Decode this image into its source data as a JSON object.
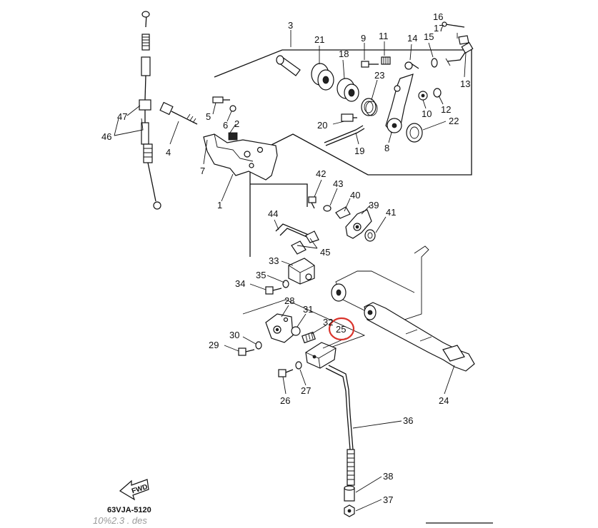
{
  "diagram": {
    "part_numbers": [
      "1",
      "2",
      "3",
      "4",
      "5",
      "6",
      "7",
      "8",
      "9",
      "10",
      "11",
      "12",
      "13",
      "14",
      "15",
      "16",
      "17",
      "18",
      "19",
      "20",
      "21",
      "22",
      "23",
      "24",
      "25",
      "26",
      "27",
      "28",
      "29",
      "30",
      "31",
      "32",
      "33",
      "34",
      "35",
      "36",
      "37",
      "38",
      "39",
      "40",
      "41",
      "42",
      "43",
      "44",
      "45",
      "46",
      "47"
    ],
    "highlighted_part": "25",
    "drawing_code": "63VJA-5120",
    "direction_label": "FWD",
    "footer_faded_text": "10%2.3 . des",
    "colors": {
      "line": "#111111",
      "highlight": "#d9332b",
      "background": "#ffffff"
    }
  }
}
